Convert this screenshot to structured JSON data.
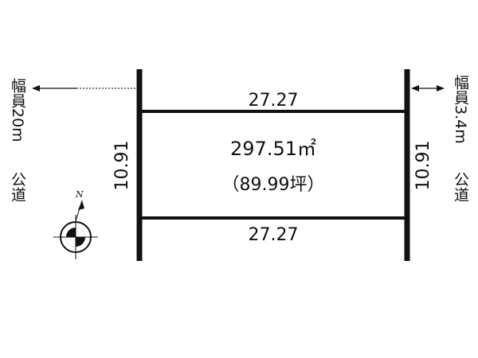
{
  "lot": {
    "top_width": "27.27",
    "bottom_width": "27.27",
    "left_depth": "10.91",
    "right_depth": "10.91",
    "area": "297.51㎡",
    "area_tsubo": "（89.99坪）"
  },
  "roads": {
    "left": {
      "name": "公道",
      "width_label": "幅員20m"
    },
    "right": {
      "name": "公道",
      "width_label": "幅員3.4m"
    }
  },
  "compass": {
    "north_label": "N",
    "icon": "north-arrow-icon"
  },
  "colors": {
    "line": "#111111",
    "background": "#ffffff"
  }
}
